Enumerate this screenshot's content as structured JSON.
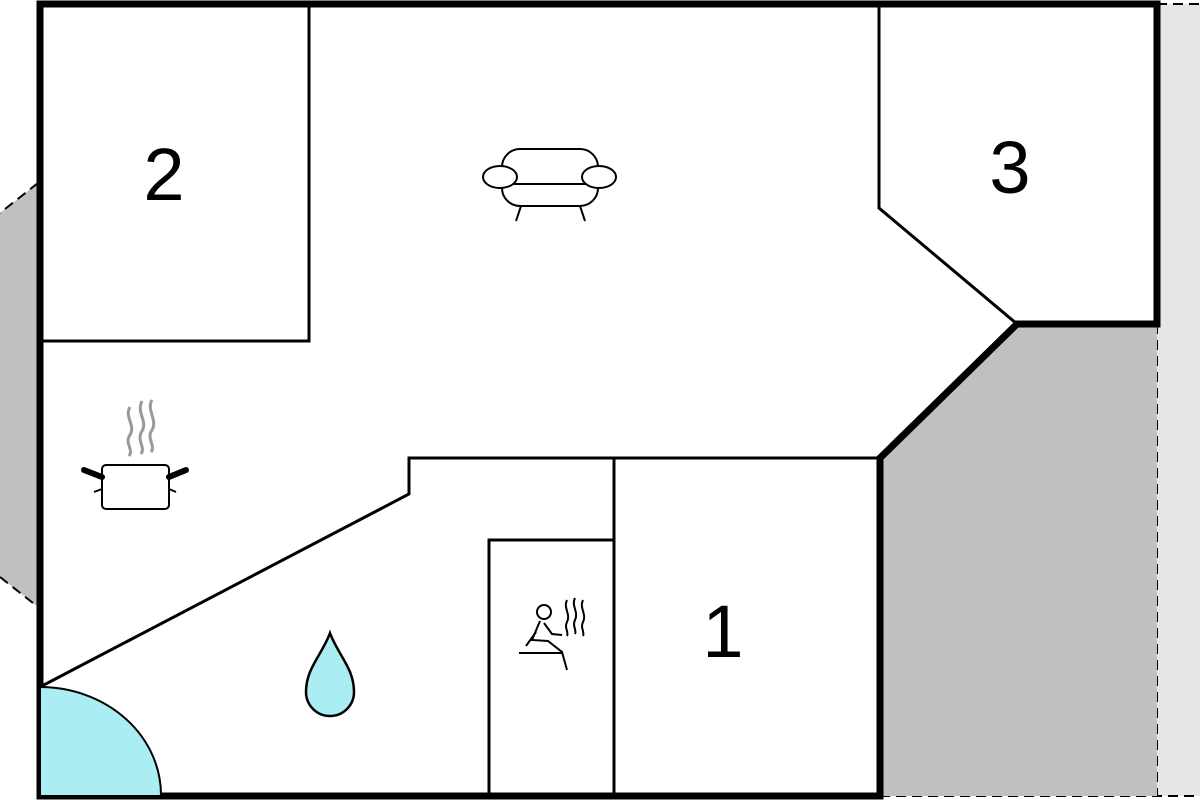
{
  "rooms": [
    {
      "id": "bedroom-2",
      "number": "2"
    },
    {
      "id": "bedroom-3",
      "number": "3"
    },
    {
      "id": "bedroom-1",
      "number": "1"
    }
  ],
  "icons": {
    "living": "sofa-icon",
    "kitchen": "cooking-pot-icon",
    "bathroom": "water-drop-icon",
    "sauna": "sauna-icon"
  },
  "colors": {
    "wall": "#000000",
    "floor": "#ffffff",
    "terrace": "#c0c0c0",
    "outdoor_light": "#e6e6e6",
    "water": "#aaeef4"
  }
}
